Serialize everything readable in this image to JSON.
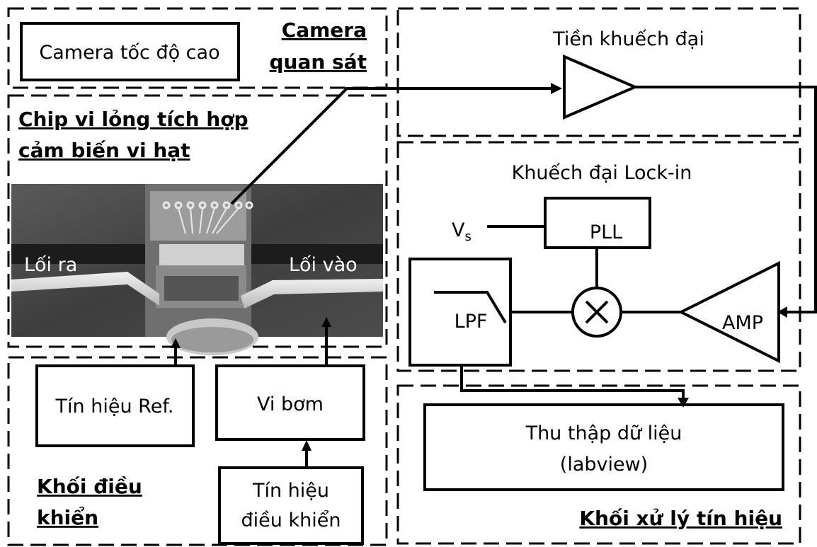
{
  "sections": {
    "camera_section": {
      "title_line1": "Camera",
      "title_line2": "quan sát",
      "box_label": "Camera tốc độ cao"
    },
    "chip_section": {
      "title_line1": "Chip vi lỏng tích hợp",
      "title_line2": "cảm biến vi hạt",
      "outlet_label": "Lối ra",
      "inlet_label": "Lối vào"
    },
    "control_section": {
      "title_line1": "Khối điều",
      "title_line2": "khiển",
      "ref_signal": "Tín hiệu Ref.",
      "micropump": "Vi bơm",
      "control_signal_line1": "Tín hiệu",
      "control_signal_line2": "điều khiển"
    },
    "preamp_section": {
      "title": "Tiền khuếch đại"
    },
    "lockin_section": {
      "title": "Khuếch đại Lock-in",
      "vs_label": "V",
      "vs_subscript": "s",
      "pll": "PLL",
      "lpf": "LPF",
      "amp": "AMP",
      "mixer_symbol": "✕"
    },
    "processing_section": {
      "title": "Khối xử lý tín hiệu",
      "daq_line1": "Thu thập dữ liệu",
      "daq_line2": "(labview)"
    }
  }
}
